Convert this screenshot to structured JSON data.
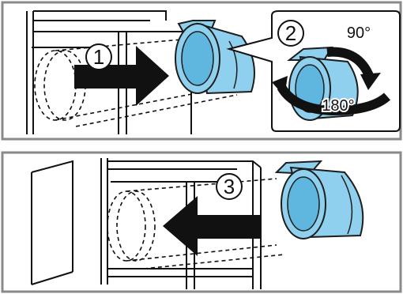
{
  "steps": [
    {
      "number": "1"
    },
    {
      "number": "2",
      "angles": [
        "90°",
        "180°"
      ]
    },
    {
      "number": "3"
    }
  ],
  "colors": {
    "frame": "#8a8a8a",
    "filter_fill": "#8fd0ee",
    "filter_fill_dark": "#5fb7e0",
    "filter_outline": "#1d1d1d",
    "arrow": "#111111",
    "panel_bg": "#ffffff"
  },
  "icons": {
    "step1_arrow": "arrow-right-icon",
    "step2_rotate": "rotate-arrow-icon",
    "step3_arrow": "arrow-left-icon"
  }
}
